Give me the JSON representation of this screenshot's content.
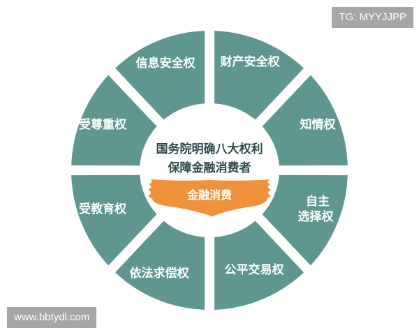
{
  "colors": {
    "segment": "#5f9690",
    "banner": "#f0913c",
    "center_text": "#2e4a4a",
    "watermark_bg": "#a6a6a6"
  },
  "center": {
    "title_line1": "国务院明确八大权利",
    "title_line2": "保障金融消费者",
    "banner_label": "金融消费"
  },
  "segments": [
    {
      "label_line1": "财产安全权",
      "label_line2": ""
    },
    {
      "label_line1": "知情权",
      "label_line2": ""
    },
    {
      "label_line1": "自主",
      "label_line2": "选择权"
    },
    {
      "label_line1": "公平交易权",
      "label_line2": ""
    },
    {
      "label_line1": "依法求偿权",
      "label_line2": ""
    },
    {
      "label_line1": "受教育权",
      "label_line2": ""
    },
    {
      "label_line1": "受尊重权",
      "label_line2": ""
    },
    {
      "label_line1": "信息安全权",
      "label_line2": ""
    }
  ],
  "watermarks": {
    "top_right": "TG: MYYJJPP",
    "bottom_left": "www.bbtydl.com"
  }
}
